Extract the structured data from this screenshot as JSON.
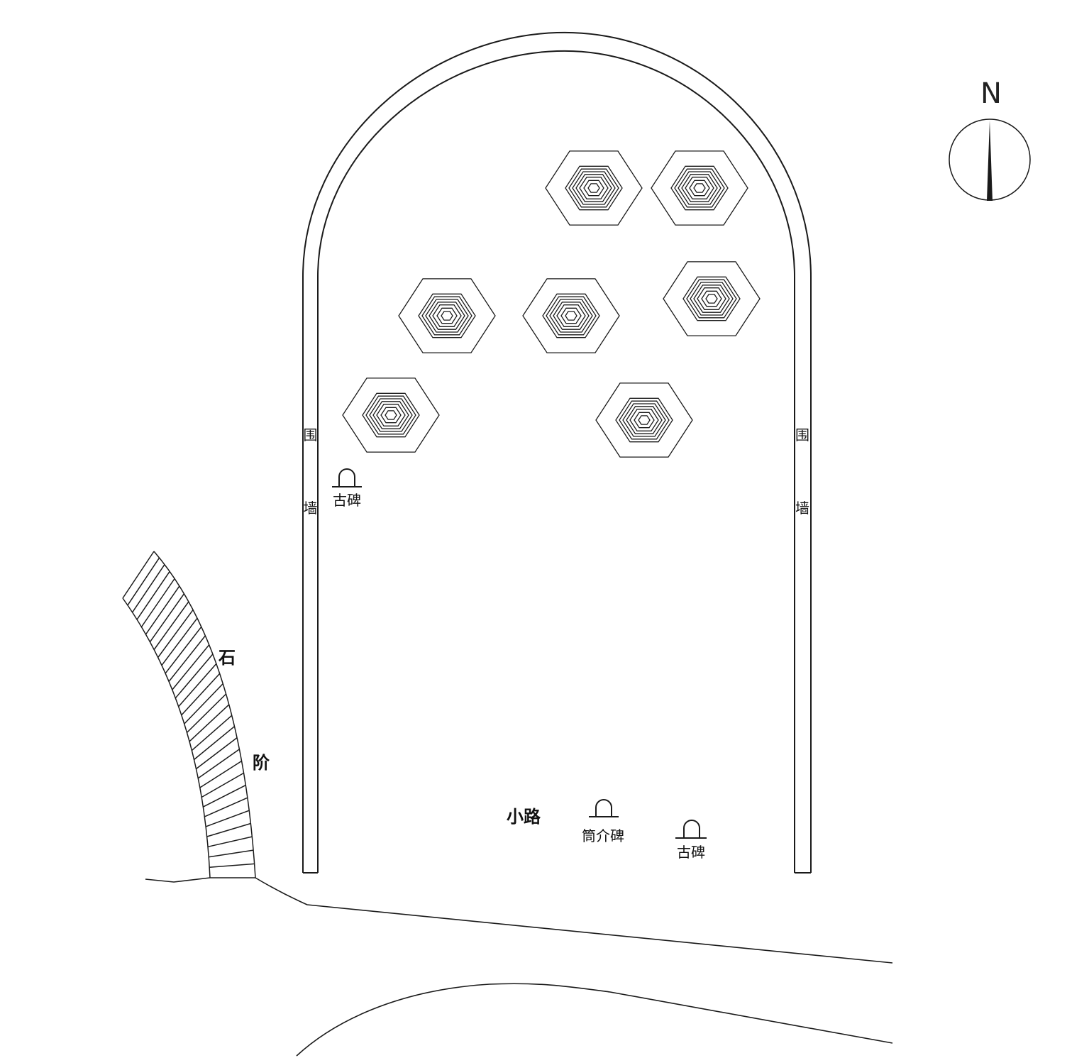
{
  "labels": {
    "wall_char_1": "围",
    "wall_char_2": "墙",
    "stele_left": "古碑",
    "stele_jiejie": "筒介碑",
    "stele_right": "古碑",
    "stone_char_1": "石",
    "stone_char_2": "阶",
    "path": "小路",
    "north": "N"
  },
  "colors": {
    "line": "#1a1a1a",
    "background": "#ffffff"
  },
  "icons": {
    "north_arrow": "compass-north-arrow-icon",
    "stele": "stele-arch-icon",
    "tomb": "hexagonal-tomb-mound-icon"
  }
}
